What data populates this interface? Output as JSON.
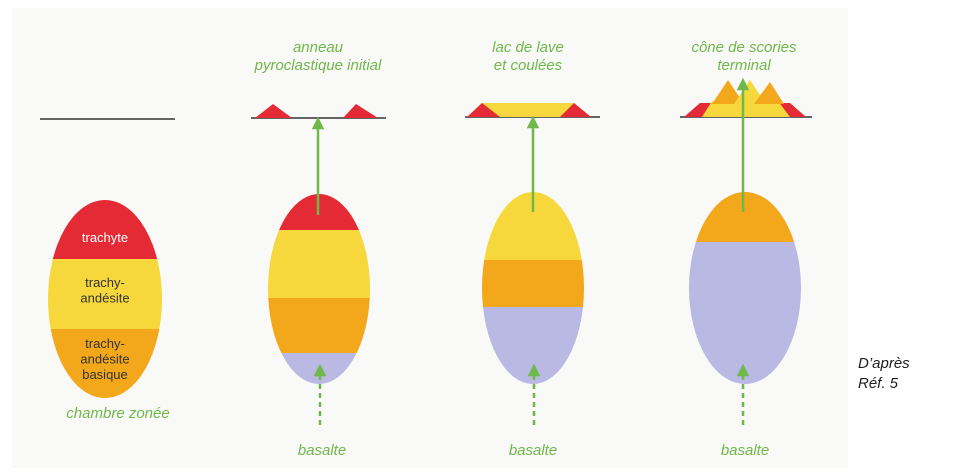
{
  "colors": {
    "trachyte": "#e32a35",
    "trachy_andesite": "#f7d83c",
    "trachy_andesite_basique": "#f2a81a",
    "basalte": "#b9b9e3",
    "label_green": "#6fb84a",
    "ground_line": "#333333"
  },
  "panel1": {
    "layers": [
      "trachyte",
      "trachy-\nandésite",
      "trachy-\nandésite\nbasique"
    ],
    "caption": "chambre zonée"
  },
  "panel2": {
    "title": "anneau\npyroclastique initial",
    "feed": "basalte"
  },
  "panel3": {
    "title": "lac de lave\net coulées",
    "feed": "basalte"
  },
  "panel4": {
    "title": "cône de scories\nterminal",
    "feed": "basalte"
  },
  "credit": {
    "line1": "D’après",
    "line2": "Réf. 5"
  }
}
